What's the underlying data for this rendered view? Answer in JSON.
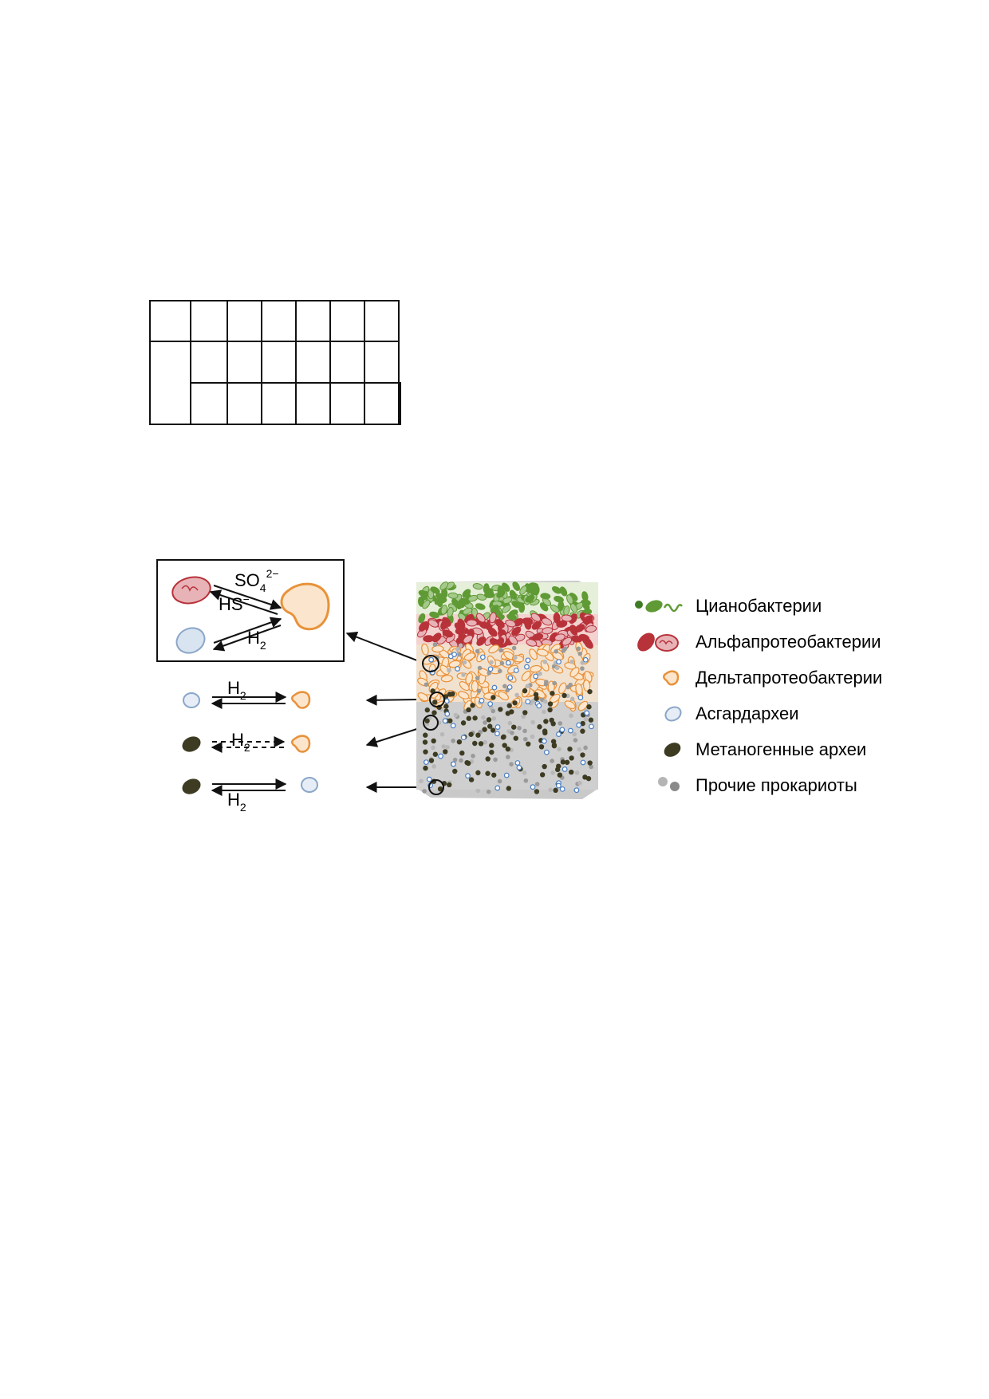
{
  "answer_table": {
    "rows": 3,
    "cells": []
  },
  "diagram": {
    "box_labels": {
      "sulfate": "SO",
      "sulfate_sub": "4",
      "sulfate_sup": "2−",
      "hs": "HS",
      "hs_sup": "−",
      "h2": "H",
      "h2_sub": "2"
    },
    "interactions": [
      {
        "label": "H",
        "sub": "2"
      },
      {
        "label": "H",
        "sub": "2"
      },
      {
        "label": "H",
        "sub": "2"
      }
    ],
    "legend": [
      {
        "label": "Цианобактерии",
        "icon": "cyanobacteria-icon"
      },
      {
        "label": "Альфапротеобактерии",
        "icon": "alphaproteobacteria-icon"
      },
      {
        "label": "Дельтапротеобактерии",
        "icon": "deltaproteobacteria-icon"
      },
      {
        "label": "Асгардархеи",
        "icon": "asgard-archaea-icon"
      },
      {
        "label": "Метаногенные археи",
        "icon": "methanogenic-archaea-icon"
      },
      {
        "label": "Прочие прокариоты",
        "icon": "other-prokaryotes-icon"
      }
    ],
    "colors": {
      "cyano": "#5f9a35",
      "alpha": "#b8323a",
      "delta": "#e8923a",
      "asgard": "#8aa6c8",
      "methano": "#3d3b22",
      "other": "#9a9a9a"
    }
  }
}
